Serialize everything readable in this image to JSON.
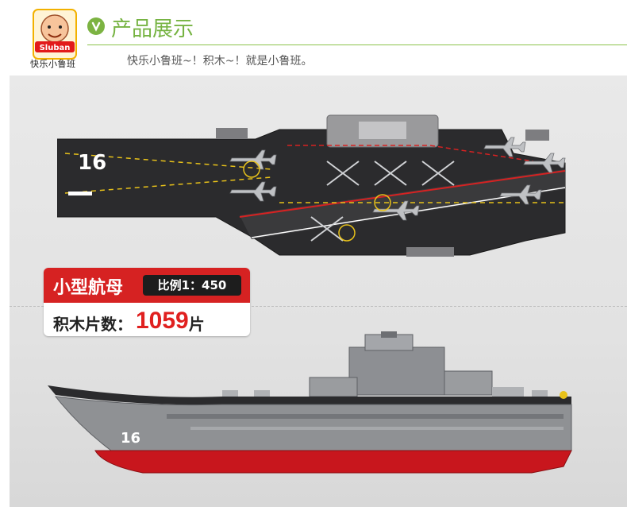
{
  "brand": {
    "name": "快乐小鲁班",
    "logo_text": "Sluban"
  },
  "header": {
    "title": "产品展示",
    "slogan": "快乐小鲁班~！积木~！就是小鲁班。"
  },
  "product": {
    "name": "小型航母",
    "scale": "比例1：450",
    "pieces_label": "积木片数：",
    "pieces_value": "1059",
    "pieces_unit": "片",
    "hull_number": "16",
    "deck_number": "16"
  },
  "colors": {
    "accent_green": "#76b342",
    "label_red": "#d62222",
    "deck": "#2b2b2d",
    "hull_red": "#c8161d"
  }
}
